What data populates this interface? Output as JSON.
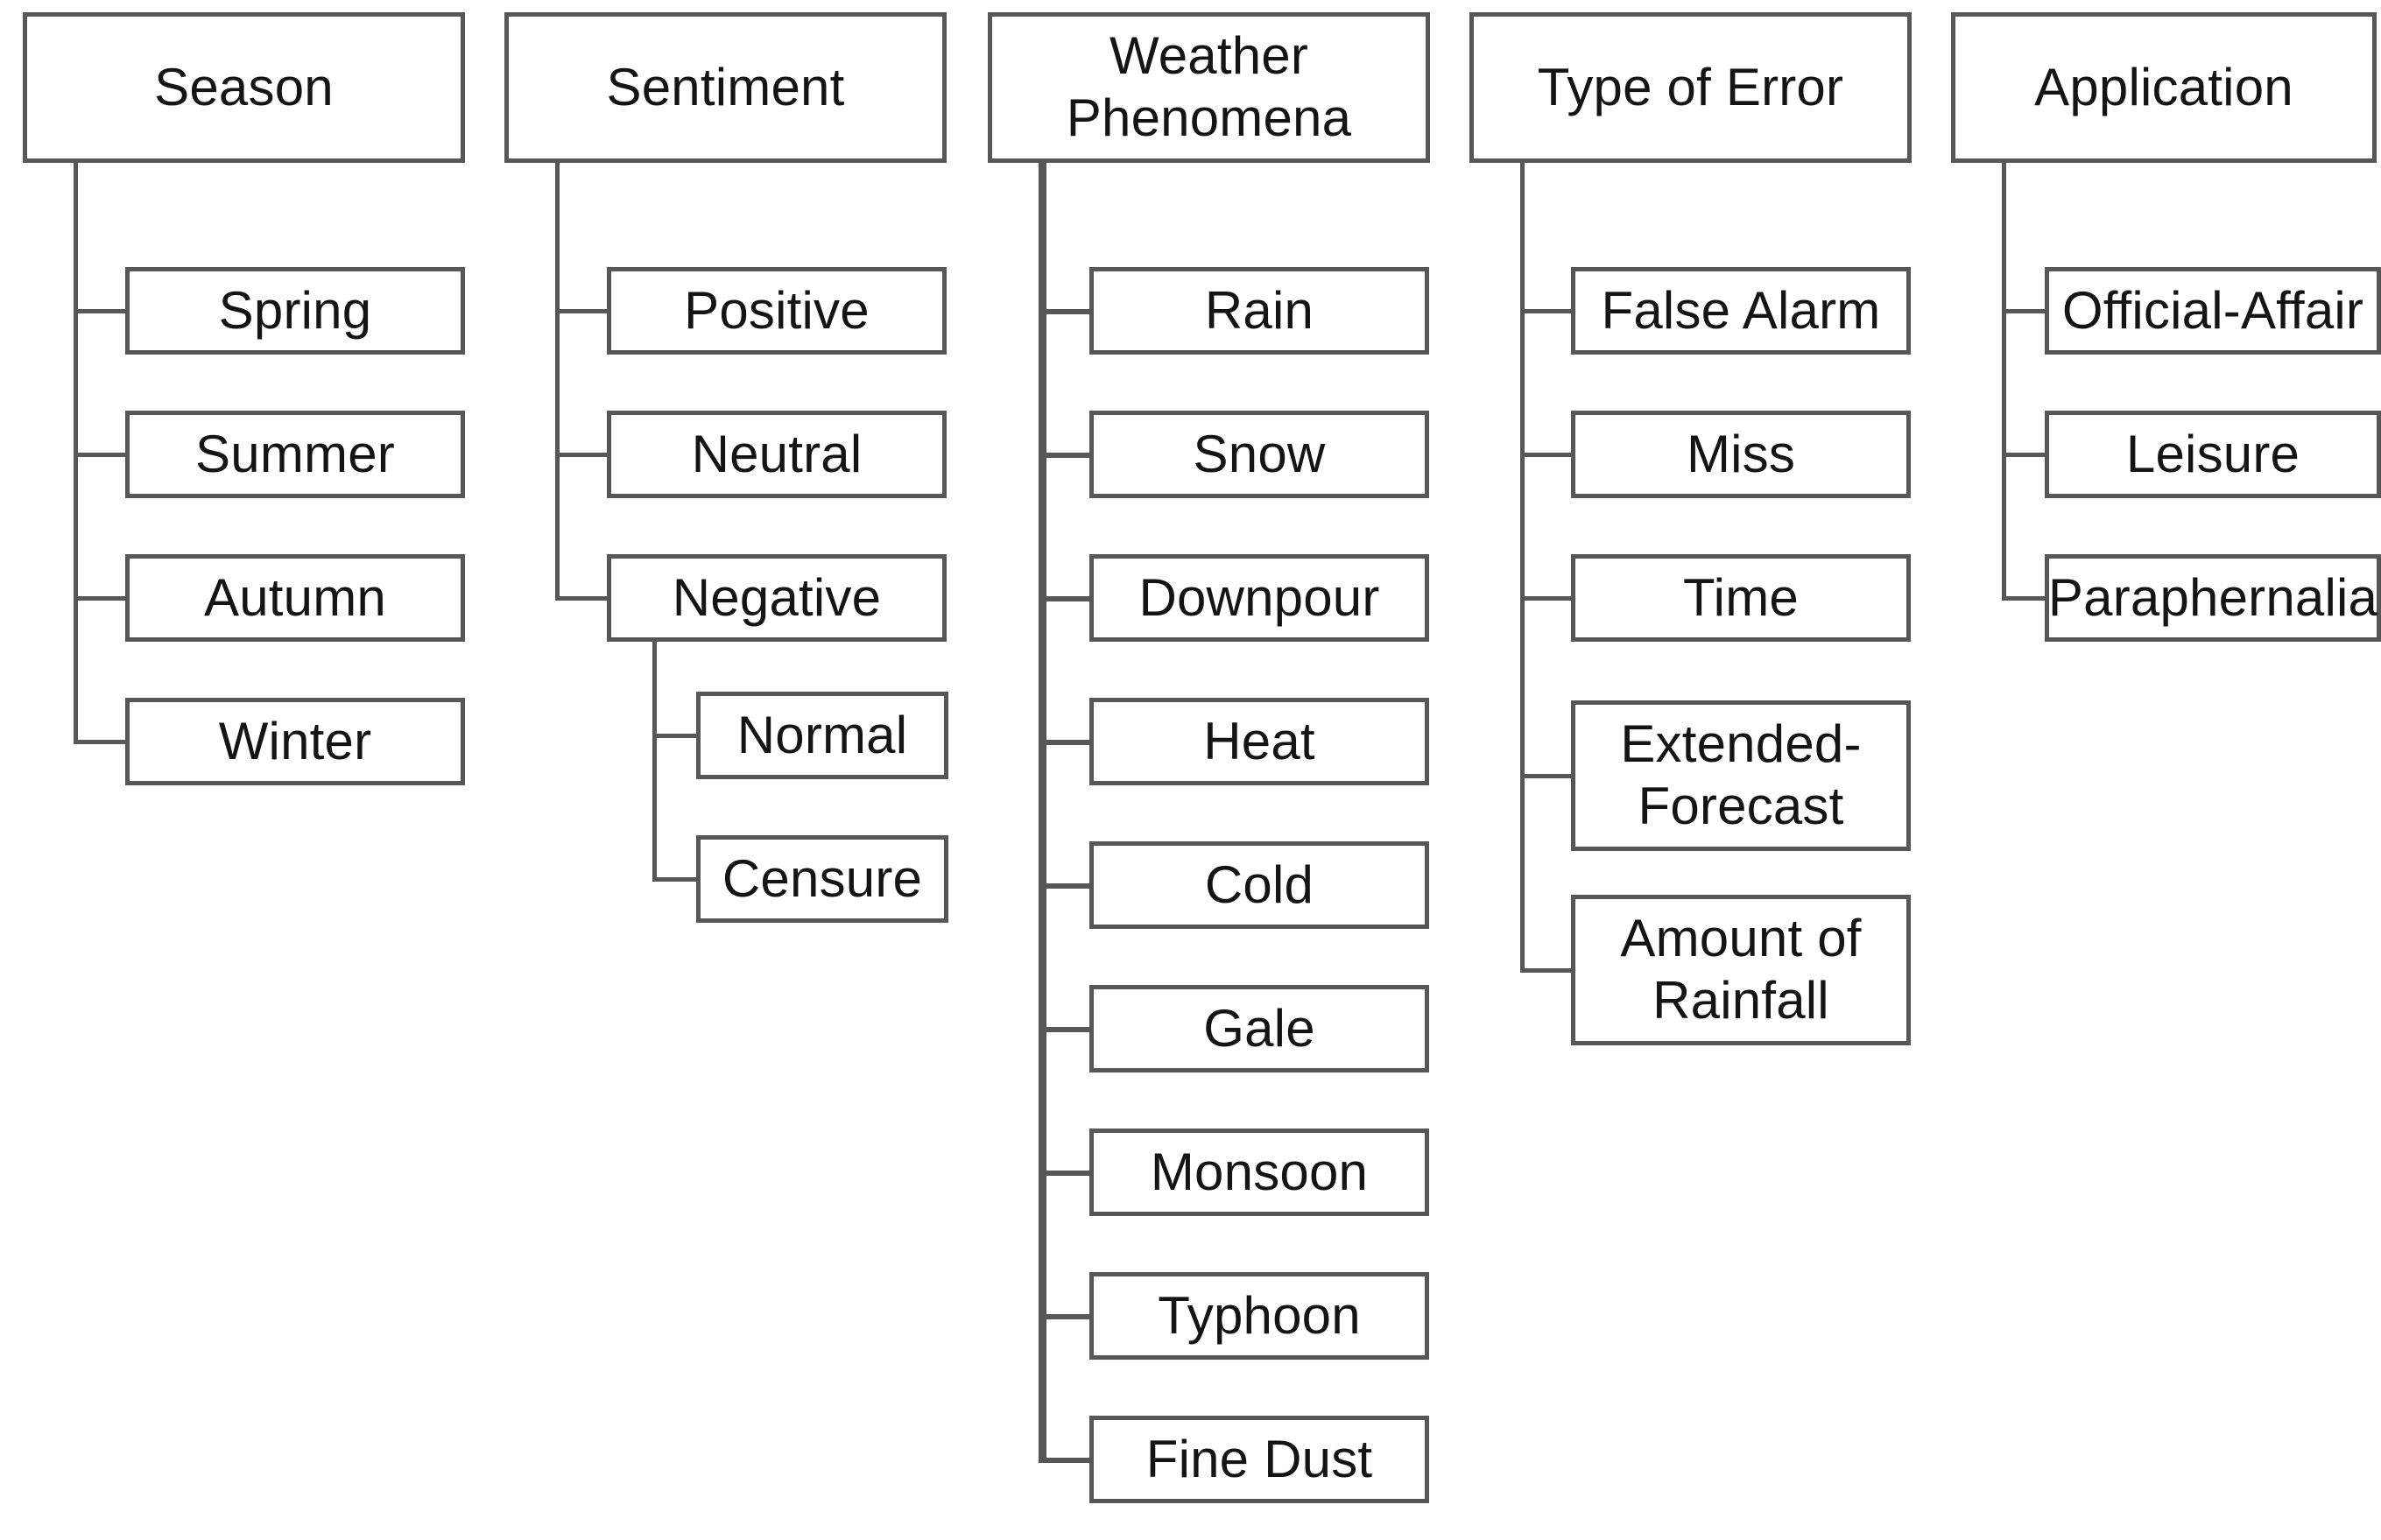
{
  "diagram": {
    "type": "hierarchy-tree",
    "title": "",
    "style": {
      "background": "#ffffff",
      "box_border": "#575757",
      "line_color": "#575757",
      "text_color": "#141414"
    },
    "columns": [
      {
        "id": "season",
        "root": "Season",
        "children": [
          {
            "label": "Spring",
            "children": []
          },
          {
            "label": "Summer",
            "children": []
          },
          {
            "label": "Autumn",
            "children": []
          },
          {
            "label": "Winter",
            "children": []
          }
        ]
      },
      {
        "id": "sentiment",
        "root": "Sentiment",
        "children": [
          {
            "label": "Positive",
            "children": []
          },
          {
            "label": "Neutral",
            "children": []
          },
          {
            "label": "Negative",
            "children": [
              {
                "label": "Normal"
              },
              {
                "label": "Censure"
              }
            ]
          }
        ]
      },
      {
        "id": "weather-phenomena",
        "root": "Weather\nPhenomena",
        "children": [
          {
            "label": "Rain",
            "children": []
          },
          {
            "label": "Snow",
            "children": []
          },
          {
            "label": "Downpour",
            "children": []
          },
          {
            "label": "Heat",
            "children": []
          },
          {
            "label": "Cold",
            "children": []
          },
          {
            "label": "Gale",
            "children": []
          },
          {
            "label": "Monsoon",
            "children": []
          },
          {
            "label": "Typhoon",
            "children": []
          },
          {
            "label": "Fine Dust",
            "children": []
          }
        ]
      },
      {
        "id": "type-of-error",
        "root": "Type of Error",
        "children": [
          {
            "label": "False Alarm",
            "children": []
          },
          {
            "label": "Miss",
            "children": []
          },
          {
            "label": "Time",
            "children": []
          },
          {
            "label": "Extended-\nForecast",
            "children": []
          },
          {
            "label": "Amount  of\nRainfall",
            "children": []
          }
        ]
      },
      {
        "id": "application",
        "root": "Application",
        "children": [
          {
            "label": "Official-Affair",
            "children": []
          },
          {
            "label": "Leisure",
            "children": []
          },
          {
            "label": "Paraphernalia",
            "children": []
          }
        ]
      }
    ]
  }
}
